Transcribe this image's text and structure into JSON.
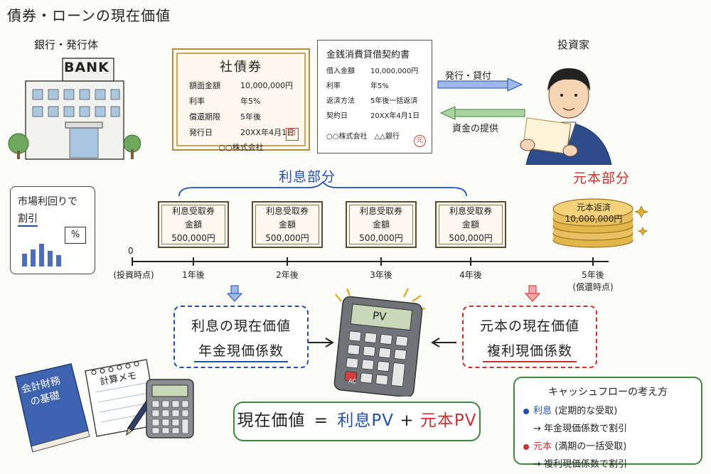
{
  "title": "債券・ローンの現在価値",
  "bank": {
    "heading": "銀行・発行体",
    "sign": "BANK"
  },
  "investor": {
    "heading": "投資家"
  },
  "bond": {
    "title": "社債券",
    "rows": [
      {
        "key": "額面金額",
        "value": "10,000,000円"
      },
      {
        "key": "利率",
        "value": "年5%"
      },
      {
        "key": "償還期限",
        "value": "5年後"
      },
      {
        "key": "発行日",
        "value": "20XX年4月1日"
      }
    ],
    "issuer": "○○株式会社",
    "seal": "印"
  },
  "contract": {
    "title": "金銭消費貸借契約書",
    "rows": [
      {
        "key": "借入金額",
        "value": "10,000,000円"
      },
      {
        "key": "利率",
        "value": "年5%"
      },
      {
        "key": "返済方法",
        "value": "5年後一括返済"
      },
      {
        "key": "契約日",
        "value": "20XX年4月1日"
      }
    ],
    "parties": "○○株式会社　△△銀行",
    "seal": "元"
  },
  "flows": {
    "issue_label": "発行・貸付",
    "fund_label": "資金の提供"
  },
  "interest_part": "利息部分",
  "principal_part": "元本部分",
  "discount_note": {
    "line1": "市場利回りで",
    "line2": "割引",
    "percent": "%"
  },
  "coupons": [
    {
      "title": "利息受取券",
      "label": "金額",
      "amount": "500,000円"
    },
    {
      "title": "利息受取券",
      "label": "金額",
      "amount": "500,000円"
    },
    {
      "title": "利息受取券",
      "label": "金額",
      "amount": "500,000円"
    },
    {
      "title": "利息受取券",
      "label": "金額",
      "amount": "500,000円"
    }
  ],
  "principal_coins": {
    "title": "元本返済",
    "amount": "10,000,000円"
  },
  "timeline": {
    "zero": "0",
    "zero_note": "(投資時点)",
    "ticks": [
      "1年後",
      "2年後",
      "3年後",
      "4年後",
      "5年後"
    ],
    "end_note": "(償還時点)"
  },
  "interest_pv": {
    "line1": "利息の現在価値",
    "line2": "年金現価係数"
  },
  "principal_pv": {
    "line1": "元本の現在価値",
    "line2": "複利現価係数"
  },
  "calculator": {
    "display": "PV",
    "ac_key": "AC"
  },
  "book": {
    "title_line1": "会計財務",
    "title_line2": "の基礎"
  },
  "notepad": {
    "title": "計算メモ"
  },
  "formula": {
    "left": "現在価値",
    "eq": "=",
    "interest": "利息PV",
    "plus": "+",
    "principal": "元本PV"
  },
  "legend": {
    "heading": "キャッシュフローの考え方",
    "interest_name": "利息",
    "interest_desc": "(定期的な受取)",
    "interest_method": "→ 年金現価係数で割引",
    "principal_name": "元本",
    "principal_desc": "(満期の一括受取)",
    "principal_method": "→ 複利現価係数で割引"
  },
  "colors": {
    "blue": "#1f4fb5",
    "red": "#d22e2e",
    "green": "#3d8a3d",
    "gold": "#d4a93f"
  }
}
